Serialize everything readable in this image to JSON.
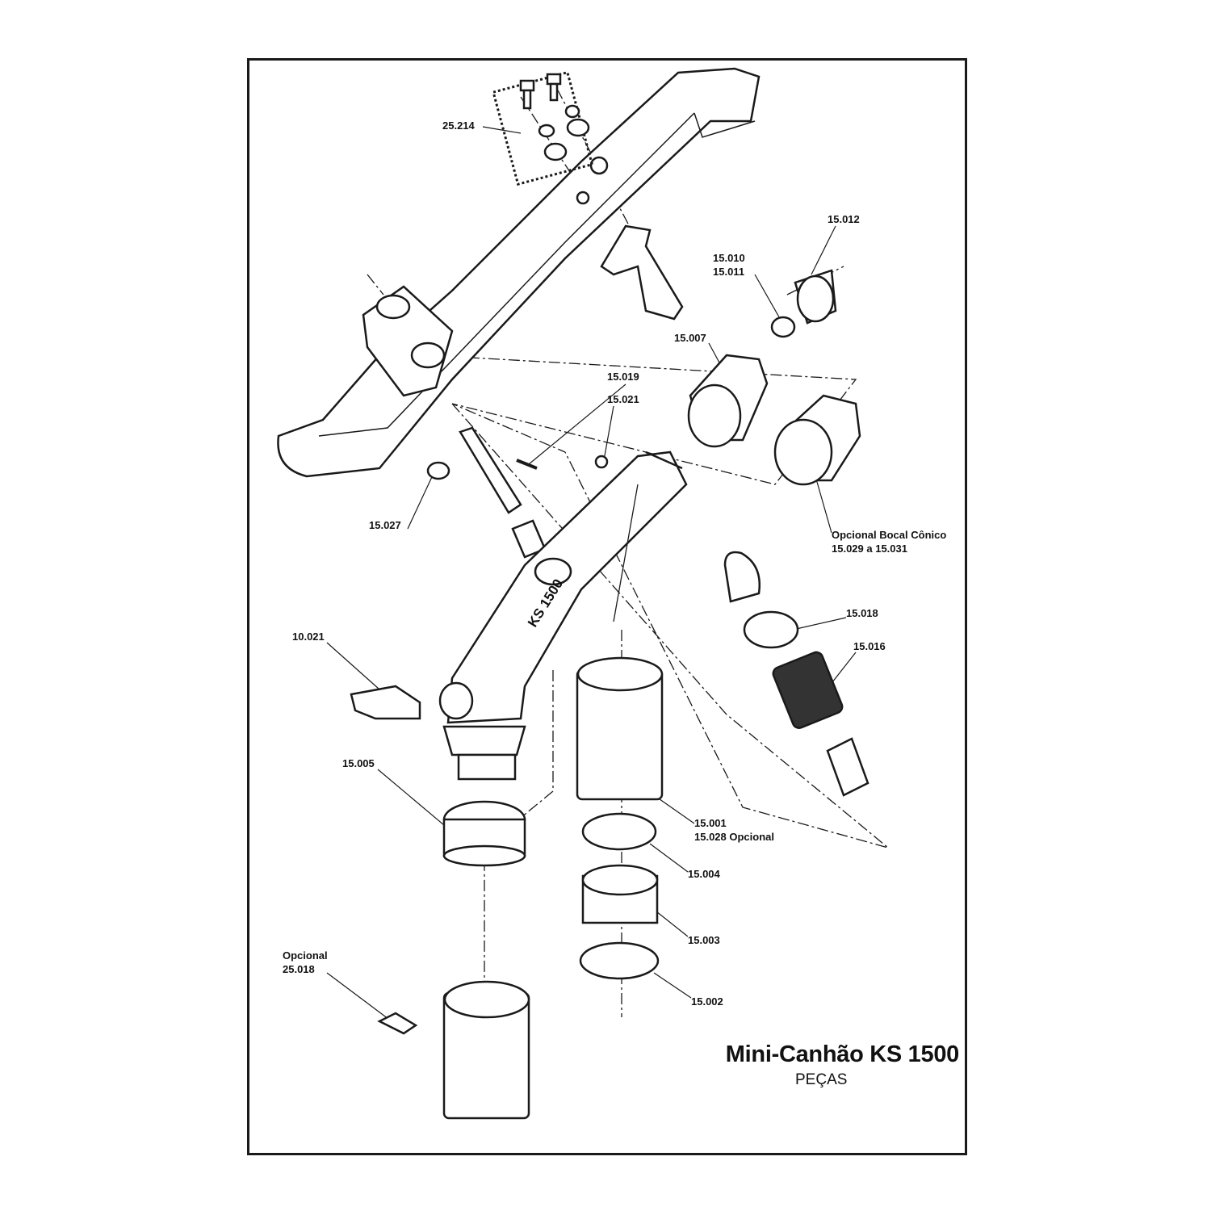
{
  "title": "Mini-Canhão KS 1500",
  "subtitle": "PEÇAS",
  "body_marking": "KS 1500",
  "labels": {
    "p25214": "25.214",
    "p15012": "15.012",
    "p15010": "15.010",
    "p15011": "15.011",
    "p15007": "15.007",
    "p15019": "15.019",
    "p15021": "15.021",
    "p15027": "15.027",
    "bocal1": "Opcional Bocal Cônico",
    "bocal2": "15.029 a 15.031",
    "p15018": "15.018",
    "p15016": "15.016",
    "p10021": "10.021",
    "p15005": "15.005",
    "p15001": "15.001",
    "p15028": "15.028 Opcional",
    "p15004": "15.004",
    "p15003": "15.003",
    "p15002": "15.002",
    "opc1": "Opcional",
    "p25018": "25.018"
  }
}
